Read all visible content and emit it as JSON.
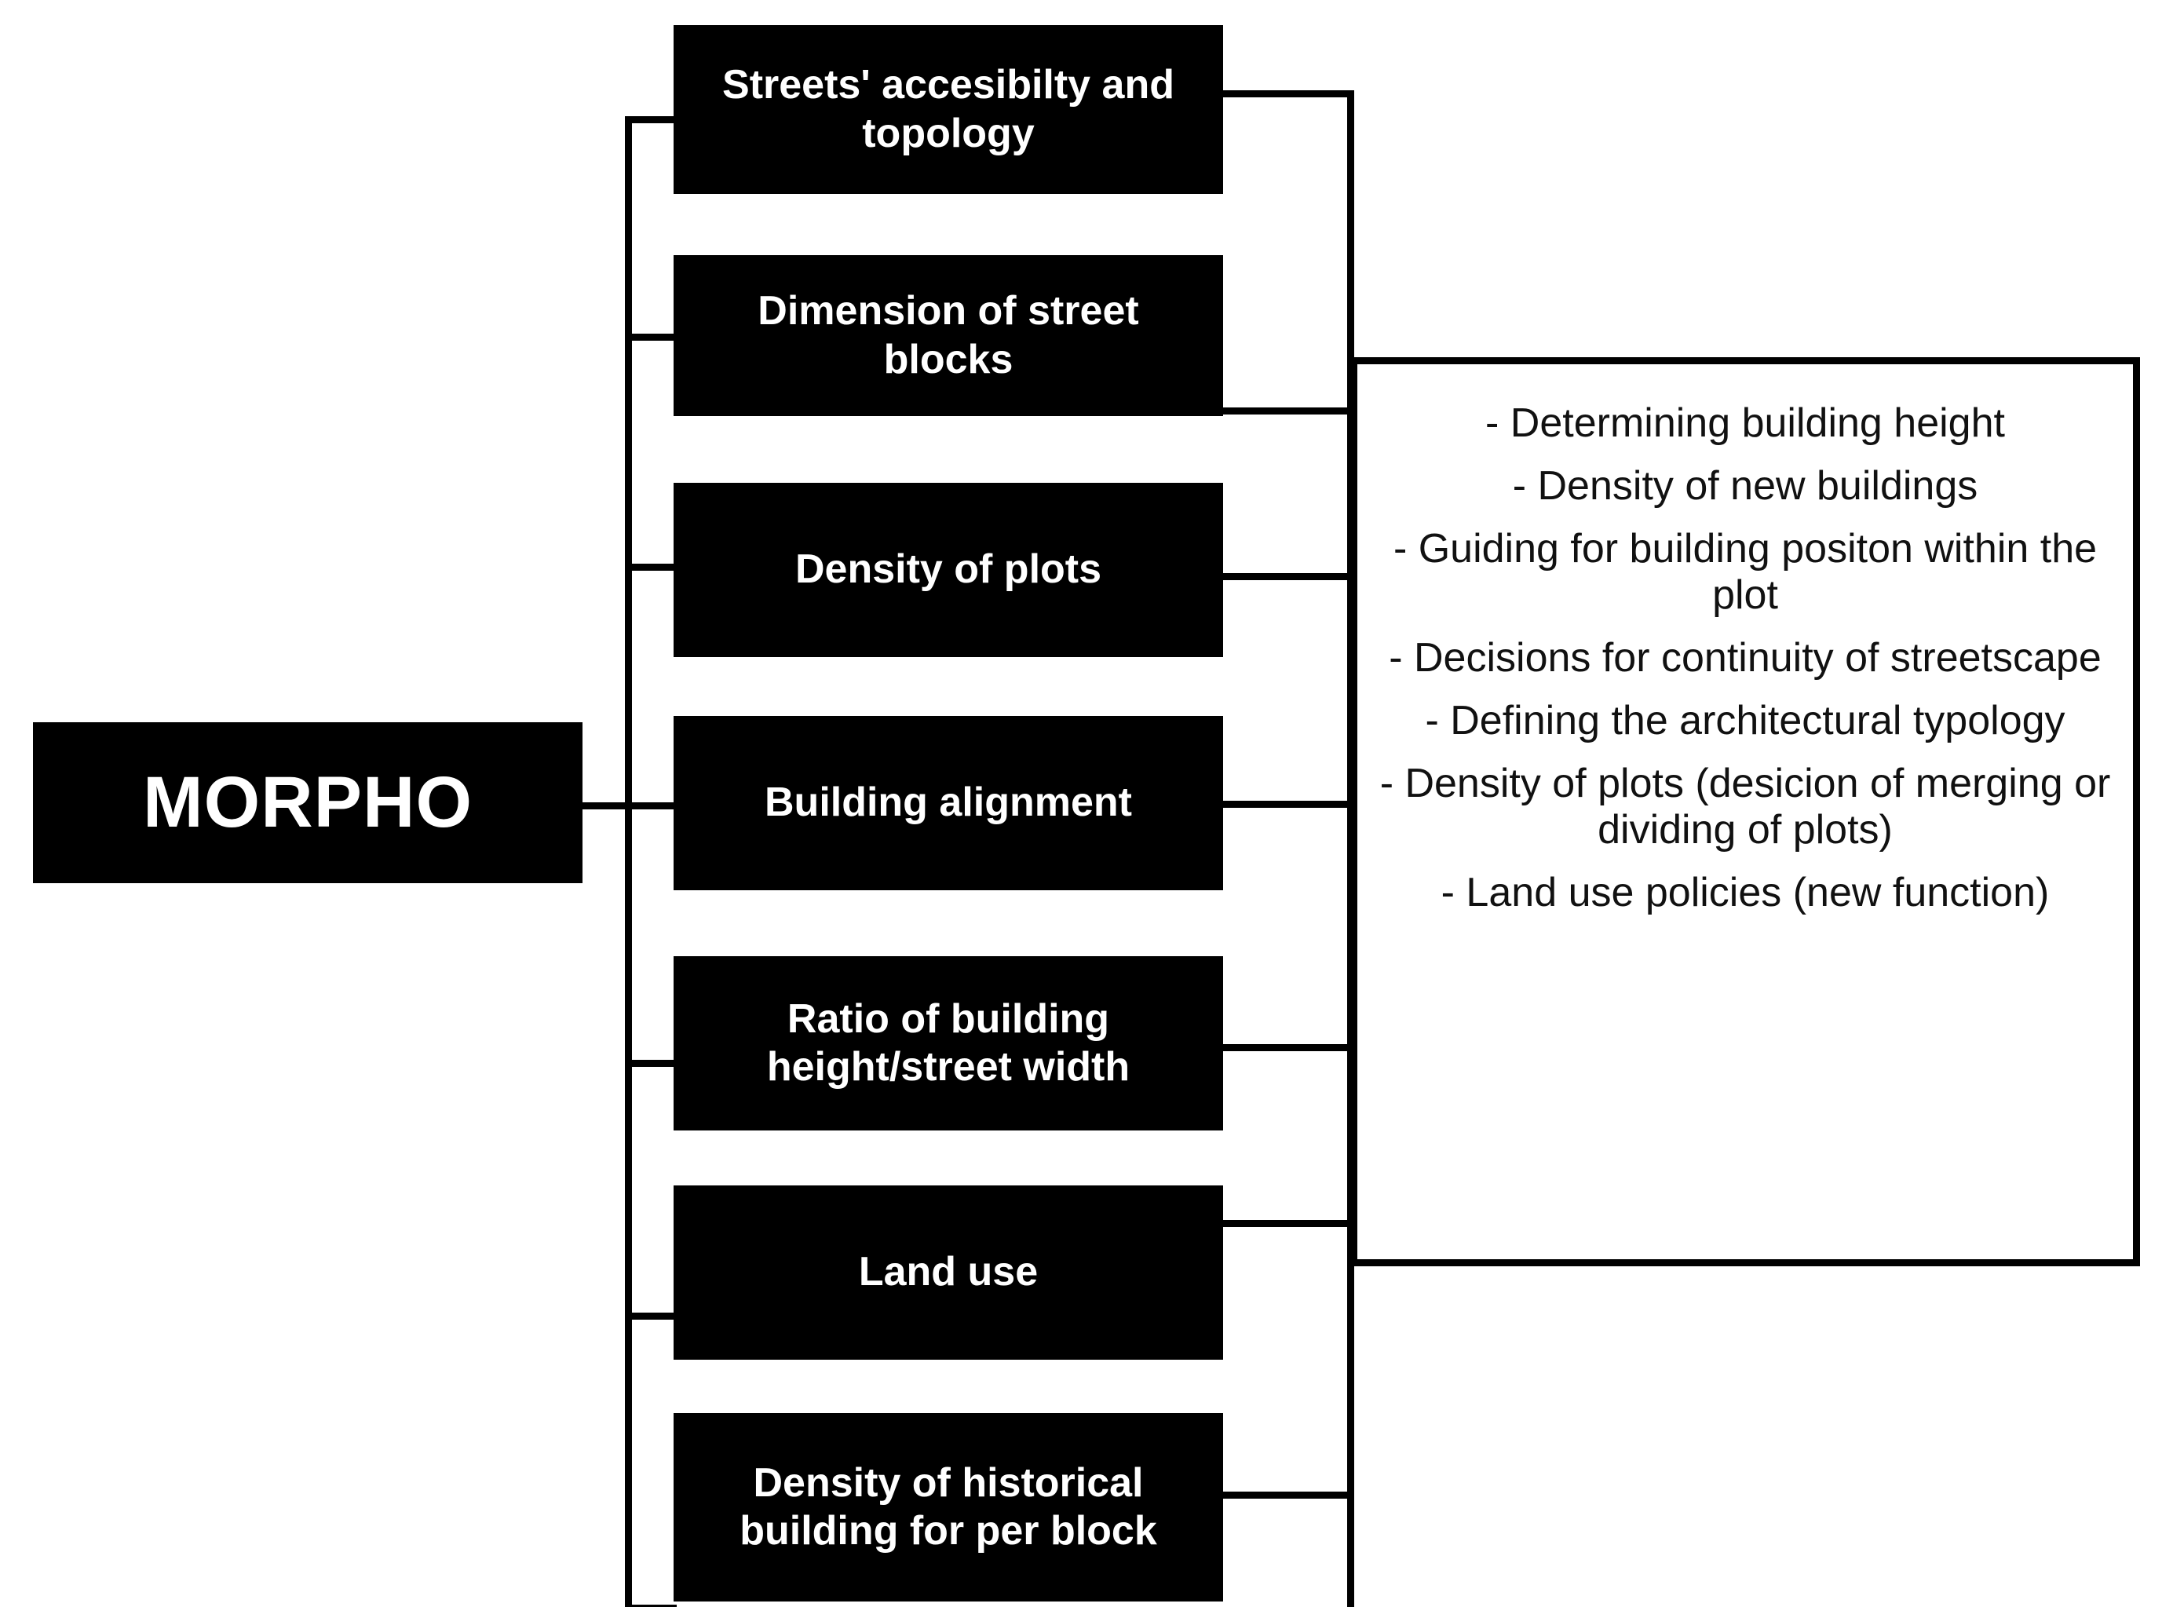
{
  "diagram": {
    "type": "hierarchy-bracket",
    "title": "MORPHO",
    "root": {
      "label": "MORPHO"
    },
    "branches": [
      {
        "id": "streets-accesibilty-topology",
        "label": "Streets' accesibilty and topology"
      },
      {
        "id": "dimension-of-street-blocks",
        "label": "Dimension of street blocks"
      },
      {
        "id": "density-of-plots",
        "label": "Density of plots"
      },
      {
        "id": "building-alignment",
        "label": "Building alignment"
      },
      {
        "id": "ratio-building-height-street-width",
        "label": "Ratio of building height/street width"
      },
      {
        "id": "land-use",
        "label": "Land use"
      },
      {
        "id": "density-historical-building",
        "label": "Density of historical building for per block"
      }
    ],
    "outcomes": {
      "items": [
        "- Determining building height",
        "-  Density of new buildings",
        "- Guiding for building positon within the plot",
        "- Decisions for continuity of streetscape",
        "- Defining the architectural typology",
        "- Density of plots (desicion of merging or dividing of plots)",
        "- Land use policies (new function)"
      ]
    },
    "colors": {
      "node_background": "#000000",
      "node_text": "#ffffff",
      "canvas": "#ffffff",
      "line": "#000000",
      "panel_text": "#111111"
    }
  }
}
